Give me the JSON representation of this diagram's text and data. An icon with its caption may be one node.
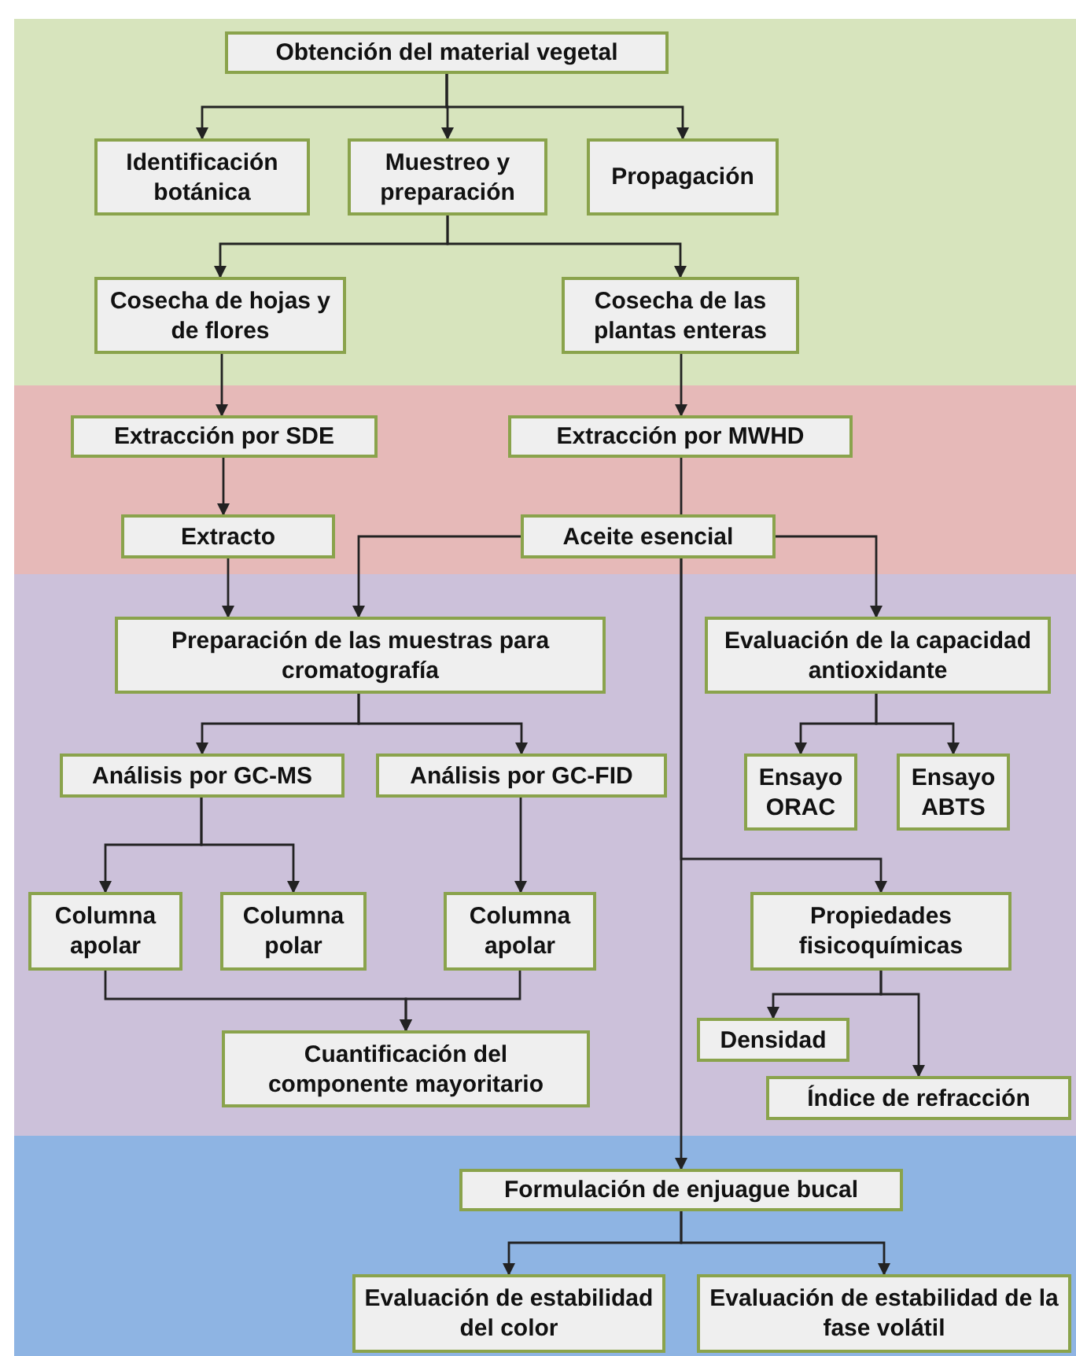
{
  "diagram": {
    "nodes": [
      {
        "text": [
          "Obtención del material vegetal"
        ]
      },
      {
        "text": [
          "Identificación botánica"
        ]
      },
      {
        "text": [
          "Muestreo y preparación"
        ]
      },
      {
        "text": [
          "Propagación"
        ]
      },
      {
        "text": [
          "Cosecha de hojas y de flores"
        ]
      },
      {
        "text": [
          "Cosecha de las plantas enteras"
        ]
      },
      {
        "text": [
          "Extracción por SDE"
        ]
      },
      {
        "text": [
          "Extracción por MWHD"
        ]
      },
      {
        "text": [
          "Extracto"
        ]
      },
      {
        "text": [
          "Aceite esencial"
        ]
      },
      {
        "text": [
          "Preparación de las muestras para cromatografía"
        ]
      },
      {
        "text": [
          "Evaluación de la capacidad antioxidante"
        ]
      },
      {
        "text": [
          "Análisis por GC-MS"
        ]
      },
      {
        "text": [
          "Análisis por GC-FID"
        ]
      },
      {
        "text": [
          "Ensayo ORAC"
        ]
      },
      {
        "text": [
          "Ensayo ABTS"
        ]
      },
      {
        "text": [
          "Columna apolar"
        ]
      },
      {
        "text": [
          "Columna polar"
        ]
      },
      {
        "text": [
          "Columna apolar"
        ]
      },
      {
        "text": [
          "Propiedades fisicoquímicas"
        ]
      },
      {
        "text": [
          "Cuantificación del componente mayoritario"
        ]
      },
      {
        "text": [
          "Densidad"
        ]
      },
      {
        "text": [
          "Índice de refracción"
        ]
      },
      {
        "text": [
          "Formulación de enjuague bucal"
        ]
      },
      {
        "text": [
          "Evaluación de estabilidad del color"
        ]
      },
      {
        "text": [
          "Evaluación de estabilidad de la fase volátil"
        ]
      }
    ],
    "edges": [
      {
        "from": 0,
        "to": 1,
        "arrow": "to"
      },
      {
        "from": 0,
        "to": 2,
        "arrow": "to"
      },
      {
        "from": 0,
        "to": 3,
        "arrow": "to"
      },
      {
        "from": 2,
        "to": 4,
        "arrow": "to"
      },
      {
        "from": 2,
        "to": 5,
        "arrow": "to"
      },
      {
        "from": 4,
        "to": 6,
        "arrow": "to"
      },
      {
        "from": 5,
        "to": 7,
        "arrow": "to"
      },
      {
        "from": 6,
        "to": 8,
        "arrow": "to"
      },
      {
        "from": 7,
        "to": 9,
        "arrow": "none"
      },
      {
        "from": 8,
        "to": 10,
        "arrow": "to"
      },
      {
        "from": 9,
        "to": 10,
        "arrow": "to"
      },
      {
        "from": 9,
        "to": 11,
        "arrow": "to"
      },
      {
        "from": 9,
        "to": 19,
        "arrow": "to"
      },
      {
        "from": 9,
        "to": 23,
        "arrow": "to"
      },
      {
        "from": 10,
        "to": 12,
        "arrow": "to"
      },
      {
        "from": 10,
        "to": 13,
        "arrow": "to"
      },
      {
        "from": 11,
        "to": 14,
        "arrow": "to"
      },
      {
        "from": 11,
        "to": 15,
        "arrow": "to"
      },
      {
        "from": 12,
        "to": 16,
        "arrow": "to"
      },
      {
        "from": 12,
        "to": 17,
        "arrow": "to"
      },
      {
        "from": 13,
        "to": 18,
        "arrow": "to"
      },
      {
        "from": 16,
        "to": 20,
        "arrow": "to"
      },
      {
        "from": 18,
        "to": 20,
        "arrow": "to"
      },
      {
        "from": 19,
        "to": 21,
        "arrow": "to"
      },
      {
        "from": 19,
        "to": 22,
        "arrow": "to"
      },
      {
        "from": 23,
        "to": 24,
        "arrow": "to"
      },
      {
        "from": 23,
        "to": 25,
        "arrow": "to"
      }
    ]
  }
}
